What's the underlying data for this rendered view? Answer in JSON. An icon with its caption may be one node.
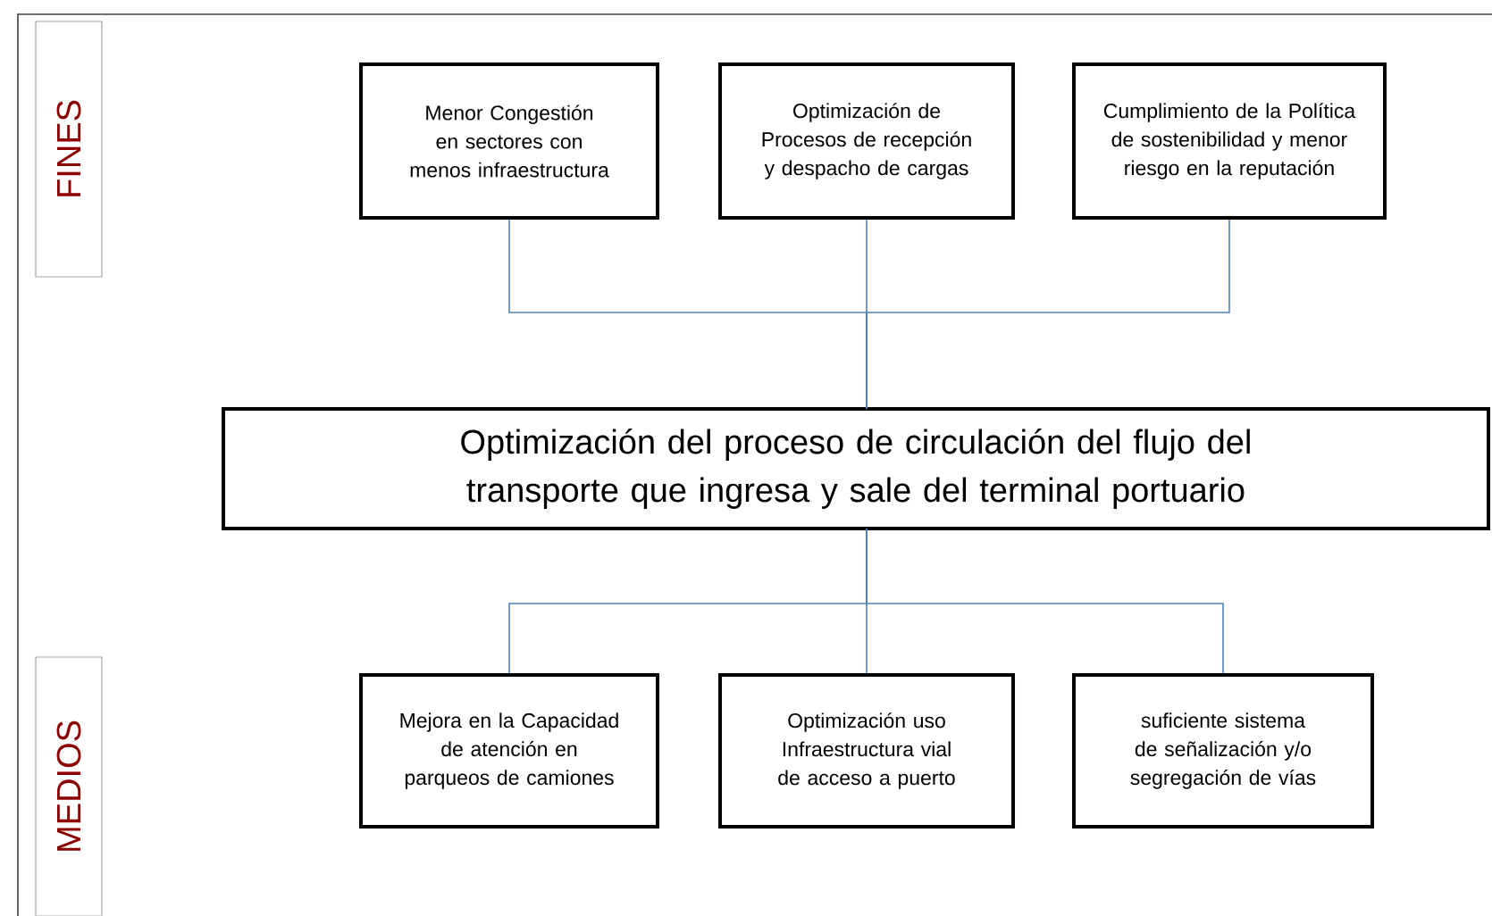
{
  "diagram": {
    "nodes": [
      {
        "text": [
          "FINES"
        ]
      },
      {
        "text": [
          "Menor Congestión en sectores con menos infraestructura"
        ]
      },
      {
        "text": [
          "Optimización de Procesos de recepción y despacho de cargas"
        ]
      },
      {
        "text": [
          "Cumplimiento de la Política de sostenibilidad y menor riesgo en la reputación"
        ]
      },
      {
        "text": [
          "Optimización del proceso de circulación del flujo del transporte que ingresa y sale del terminal portuario"
        ]
      },
      {
        "text": [
          "MEDIOS"
        ]
      },
      {
        "text": [
          "Mejora en la Capacidad de atención en parqueos de camiones"
        ]
      },
      {
        "text": [
          "Optimización uso Infraestructura vial de acceso a puerto"
        ]
      },
      {
        "text": [
          "suficiente sistema de señalización y/o segregación de vías"
        ]
      }
    ],
    "edges": [
      {
        "from": 1,
        "to": 4,
        "arrow": "none"
      },
      {
        "from": 2,
        "to": 4,
        "arrow": "none"
      },
      {
        "from": 3,
        "to": 4,
        "arrow": "none"
      },
      {
        "from": 4,
        "to": 6,
        "arrow": "none"
      },
      {
        "from": 4,
        "to": 7,
        "arrow": "none"
      },
      {
        "from": 4,
        "to": 8,
        "arrow": "none"
      }
    ]
  }
}
